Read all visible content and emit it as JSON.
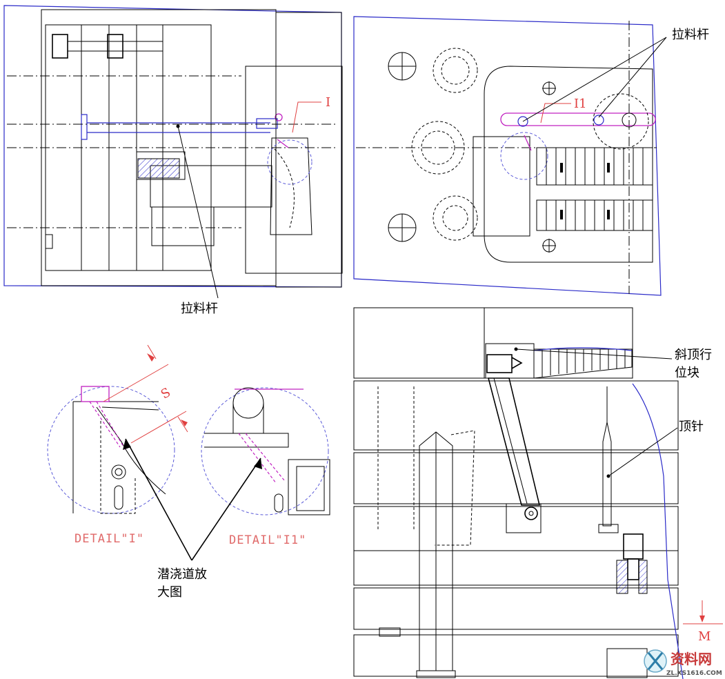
{
  "labels": {
    "puller_top_right": "拉料杆",
    "puller_top_left": "拉料杆",
    "lifter_guide_line1": "斜顶行",
    "lifter_guide_line2": "位块",
    "ejector_pin": "顶针",
    "sub_gate_line1": "潜浇道放",
    "sub_gate_line2": "大图"
  },
  "markers": {
    "detail_I": "I",
    "detail_I1": "I1",
    "dim_S": "S",
    "dim_M": "M"
  },
  "details": {
    "detail_I": "DETAIL\"I\"",
    "detail_I1": "DETAIL\"I1\""
  },
  "watermark": {
    "brand": "资料网",
    "url": "ZL.XS1616.COM"
  },
  "colors": {
    "line": "#000000",
    "outline": "#2a2ac8",
    "highlight": "#c020c0",
    "annotation": "#e04040"
  }
}
